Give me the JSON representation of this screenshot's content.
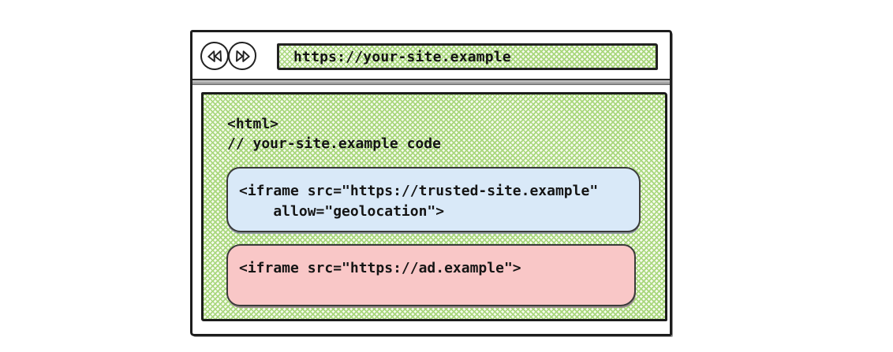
{
  "browser_window": {
    "toolbar": {
      "back_icon": "double-left-arrow",
      "forward_icon": "double-right-arrow",
      "address_bar": {
        "url": "https://your-site.example"
      }
    },
    "page": {
      "html_code": {
        "line1": "<html>",
        "line2": "// your-site.example code"
      },
      "trusted_iframe_snippet": {
        "line1": "<iframe src=\"https://trusted-site.example\"",
        "line2": "    allow=\"geolocation\">"
      },
      "ad_iframe_snippet": {
        "line1": "<iframe src=\"https://ad.example\">"
      }
    },
    "colors": {
      "hatch_green": "#a9d77d",
      "trusted_box_blue": "#d9e9f8",
      "ad_box_pink": "#f9c7c7",
      "outline_black": "#1d1d1d"
    }
  }
}
